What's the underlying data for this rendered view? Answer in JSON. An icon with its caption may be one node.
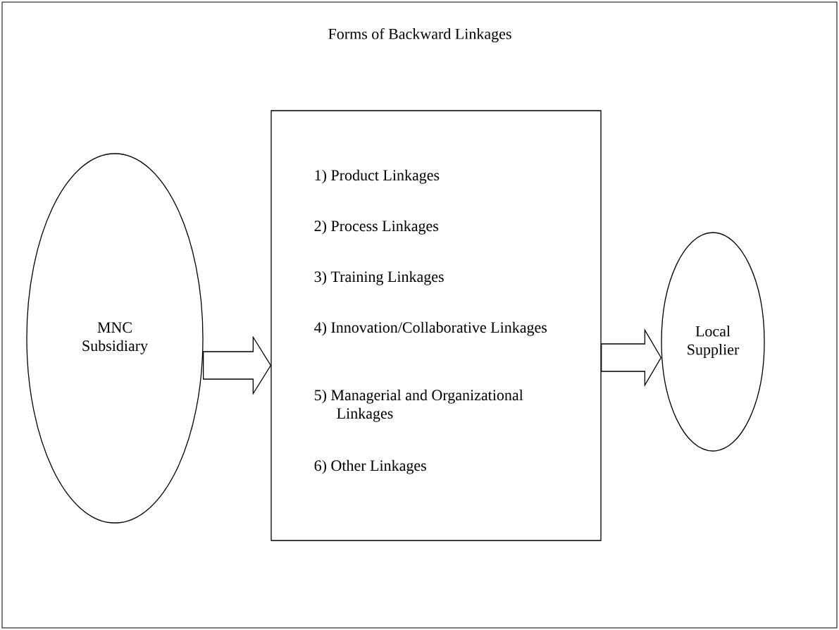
{
  "diagram": {
    "title": "Forms of Backward Linkages",
    "nodes": [
      {
        "text": [
          "MNC Subsidiary"
        ]
      },
      {
        "text": [
          "1) Product Linkages",
          "2) Process Linkages",
          "3) Training Linkages",
          "4) Innovation/Collaborative Linkages",
          "5) Managerial and Organizational Linkages",
          "6) Other Linkages"
        ]
      },
      {
        "text": [
          "Local Supplier"
        ]
      }
    ],
    "edges": [
      {
        "from": 0,
        "to": 1,
        "arrow": "to"
      },
      {
        "from": 1,
        "to": 2,
        "arrow": "to"
      }
    ]
  }
}
